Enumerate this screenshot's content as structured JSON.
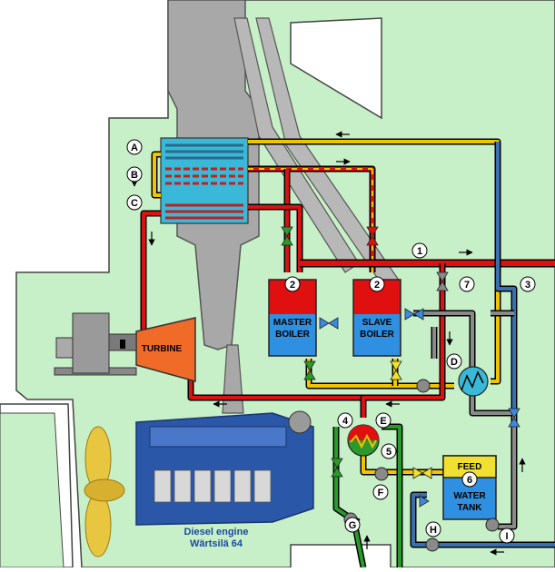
{
  "labels": {
    "turbine": "TURBINE",
    "master_boiler_line1": "MASTER",
    "master_boiler_line2": "BOILER",
    "slave_boiler_line1": "SLAVE",
    "slave_boiler_line2": "BOILER",
    "feed_tank_line1": "FEED",
    "feed_tank_line2": "WATER",
    "feed_tank_line3": "TANK",
    "engine_line1": "Diesel engine",
    "engine_line2": "Wärtsilä 64"
  },
  "markers": {
    "A": "A",
    "B": "B",
    "C": "C",
    "D": "D",
    "E": "E",
    "F": "F",
    "G": "G",
    "H": "H",
    "I": "I",
    "n1": "1",
    "n2a": "2",
    "n2b": "2",
    "n3": "3",
    "n4": "4",
    "n5": "5",
    "n6": "6",
    "n7": "7"
  },
  "colors": {
    "background": "#c8f0c8",
    "ship_outline": "#444444",
    "funnel": "#b0b0b0",
    "steam": "#e01010",
    "hot_water": "#f2c400",
    "condensate": "#8a8a8a",
    "sea_water": "#2a9a2a",
    "feed_water": "#3a6fb0",
    "boiler_water": "#2f8fe0",
    "turbine": "#f06a28",
    "engine": "#2a57a8",
    "exchanger": "#3ab8d8",
    "arrow": "#000000"
  },
  "icons": {
    "valve": "valve-icon",
    "pump": "pump-icon",
    "heat_exchanger": "heat-exchanger-icon",
    "propeller": "propeller-icon",
    "generator": "generator-icon"
  }
}
